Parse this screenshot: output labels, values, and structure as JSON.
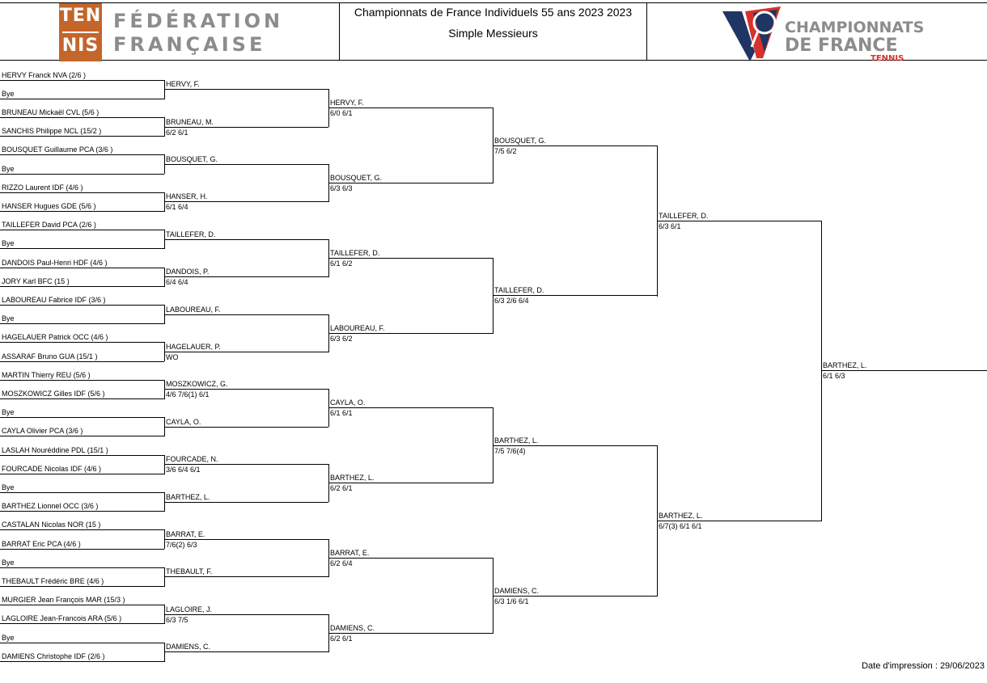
{
  "header": {
    "fft_logo": {
      "tile_top": "TEN",
      "tile_bottom": "NIS",
      "line1": "FÉDÉRATION",
      "line2": "FRANÇAISE",
      "color": "#c4652a"
    },
    "title": "Championnats de France Individuels 55 ans 2023 2023",
    "subtitle": "Simple Messieurs",
    "cdf_logo": {
      "line1": "CHAMPIONNATS",
      "line2": "DE FRANCE",
      "line3": "TENNIS",
      "navy": "#1f3563",
      "red": "#d8312c"
    }
  },
  "draw": {
    "round1": [
      "HERVY Franck NVA (2/6  )",
      "Bye",
      "BRUNEAU Mickaël CVL (5/6  )",
      "SANCHIS Philippe NCL (15/2 )",
      "BOUSQUET Guillaume PCA (3/6  )",
      "Bye",
      "RIZZO Laurent IDF (4/6  )",
      "HANSER Hugues GDE (5/6  )",
      "TAILLEFER David PCA (2/6  )",
      "Bye",
      "DANDOIS Paul-Henri HDF (4/6  )",
      "JORY Karl BFC (15   )",
      "LABOUREAU Fabrice IDF (3/6  )",
      "Bye",
      "HAGELAUER Patrick OCC (4/6  )",
      "ASSARAF Bruno GUA (15/1 )",
      "MARTIN Thierry REU (5/6  )",
      "MOSZKOWICZ Gilles IDF (5/6  )",
      "Bye",
      "CAYLA Olivier PCA (3/6  )",
      "LASLAH Nouréddine PDL (15/1 )",
      "FOURCADE Nicolas IDF (4/6  )",
      "Bye",
      "BARTHEZ Lionnel OCC (3/6  )",
      "CASTALAN Nicolas NOR (15   )",
      "BARRAT Eric PCA (4/6  )",
      "Bye",
      "THEBAULT Frédéric BRE (4/6  )",
      "MURGIER Jean François MAR (15/3 )",
      "LAGLOIRE Jean-Francois ARA (5/6  )",
      "Bye",
      "DAMIENS Christophe IDF (2/6  )"
    ],
    "round2": [
      {
        "name": "HERVY, F.",
        "score": ""
      },
      {
        "name": "BRUNEAU, M.",
        "score": "6/2 6/1"
      },
      {
        "name": "BOUSQUET, G.",
        "score": ""
      },
      {
        "name": "HANSER, H.",
        "score": "6/1 6/4"
      },
      {
        "name": "TAILLEFER, D.",
        "score": ""
      },
      {
        "name": "DANDOIS, P.",
        "score": "6/4 6/4"
      },
      {
        "name": "LABOUREAU, F.",
        "score": ""
      },
      {
        "name": "HAGELAUER, P.",
        "score": "WO"
      },
      {
        "name": "MOSZKOWICZ, G.",
        "score": "4/6 7/6(1) 6/1"
      },
      {
        "name": "CAYLA, O.",
        "score": ""
      },
      {
        "name": "FOURCADE, N.",
        "score": "3/6 6/4 6/1"
      },
      {
        "name": "BARTHEZ, L.",
        "score": ""
      },
      {
        "name": "BARRAT, E.",
        "score": "7/6(2) 6/3"
      },
      {
        "name": "THEBAULT, F.",
        "score": ""
      },
      {
        "name": "LAGLOIRE, J.",
        "score": "6/3 7/5"
      },
      {
        "name": "DAMIENS, C.",
        "score": ""
      }
    ],
    "round3": [
      {
        "name": "HERVY, F.",
        "score": "6/0 6/1"
      },
      {
        "name": "BOUSQUET, G.",
        "score": "6/3 6/3"
      },
      {
        "name": "TAILLEFER, D.",
        "score": "6/1 6/2"
      },
      {
        "name": "LABOUREAU, F.",
        "score": "6/3 6/2"
      },
      {
        "name": "CAYLA, O.",
        "score": "6/1 6/1"
      },
      {
        "name": "BARTHEZ, L.",
        "score": "6/2 6/1"
      },
      {
        "name": "BARRAT, E.",
        "score": "6/2 6/4"
      },
      {
        "name": "DAMIENS, C.",
        "score": "6/2 6/1"
      }
    ],
    "round4": [
      {
        "name": "BOUSQUET, G.",
        "score": "7/5 6/2"
      },
      {
        "name": "TAILLEFER, D.",
        "score": "6/3 2/6 6/4"
      },
      {
        "name": "BARTHEZ, L.",
        "score": "7/5 7/6(4)"
      },
      {
        "name": "DAMIENS, C.",
        "score": "6/3 1/6 6/1"
      }
    ],
    "round5": [
      {
        "name": "TAILLEFER, D.",
        "score": "6/3 6/1"
      },
      {
        "name": "BARTHEZ, L.",
        "score": "6/7(3) 6/1 6/1"
      }
    ],
    "winner": {
      "name": "BARTHEZ, L.",
      "score": "6/1 6/3"
    }
  },
  "footer": {
    "print_date": "Date d'impression : 29/06/2023"
  }
}
